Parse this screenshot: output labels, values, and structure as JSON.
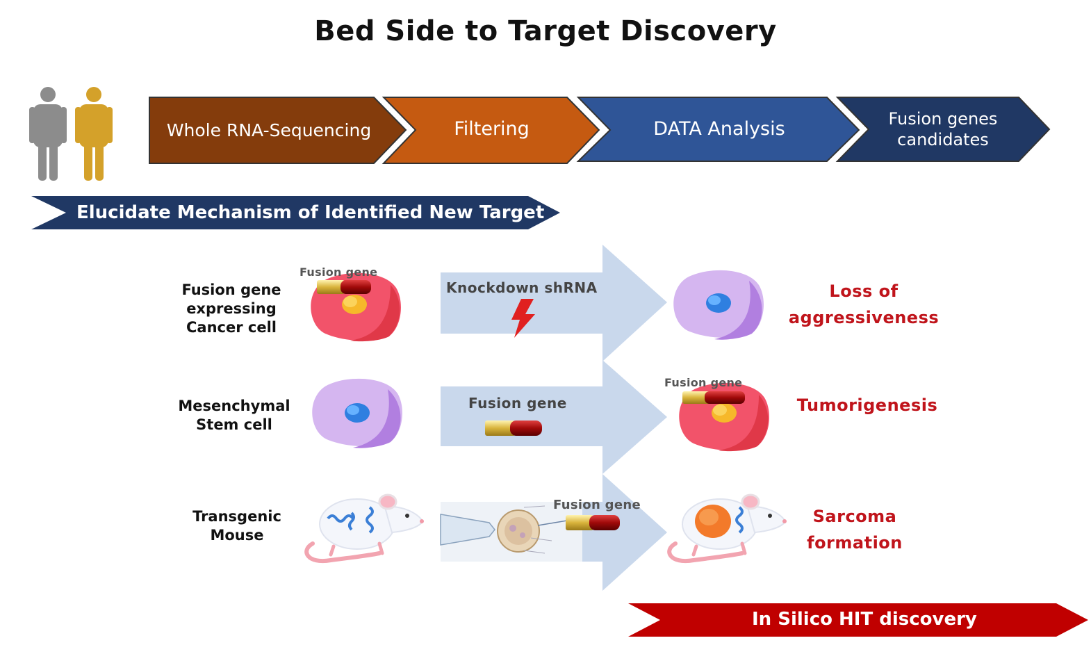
{
  "title": "Bed Side to Target Discovery",
  "pipeline": {
    "steps": [
      {
        "label": "Whole RNA-Sequencing",
        "color": "#843c0c"
      },
      {
        "label": "Filtering",
        "color": "#c55a11"
      },
      {
        "label": "DATA Analysis",
        "color": "#2f5597"
      },
      {
        "label": "Fusion genes candidates",
        "color": "#203864"
      }
    ]
  },
  "banners": {
    "mechanism": {
      "label": "Elucidate Mechanism of Identified New Target",
      "color": "#203864"
    },
    "in_silico": {
      "label": "In Silico HIT discovery",
      "color": "#c00000"
    }
  },
  "rows": [
    {
      "label": "Fusion gene expressing Cancer cell",
      "cell_tag": "Fusion gene",
      "arrow_text": "Knockdown shRNA",
      "result": "Loss of aggressiveness"
    },
    {
      "label": "Mesenchymal Stem cell",
      "arrow_text": "Fusion gene",
      "result_tag": "Fusion gene",
      "result": "Tumorigenesis"
    },
    {
      "label": "Transgenic Mouse",
      "arrow_text": "Fusion gene",
      "result": "Sarcoma formation"
    }
  ],
  "icons": [
    "person-icon",
    "cancer-cell-icon",
    "stem-cell-icon",
    "mouse-icon",
    "lightning-icon",
    "fusion-gene-capsule-icon",
    "microinjection-icon"
  ],
  "colors": {
    "person_gray": "#8c8c8c",
    "person_gold": "#d4a12a",
    "arrow_fill": "#c9d8ec",
    "result_red": "#c0141b",
    "cancer_cell": "#ef5563",
    "stem_cell": "#c39be6"
  }
}
